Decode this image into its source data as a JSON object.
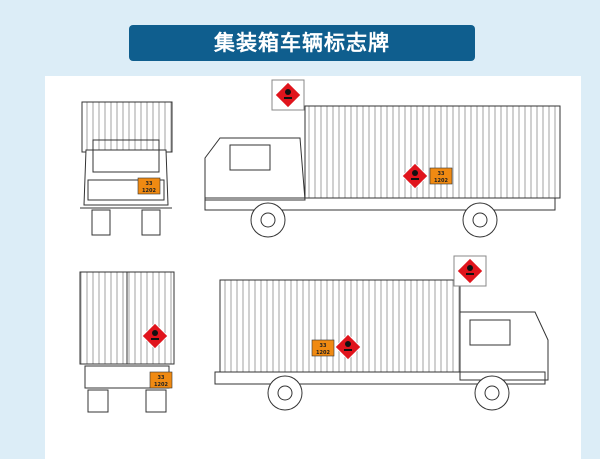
{
  "title": "集装箱车辆标志牌",
  "placard": {
    "hazard_number": "33",
    "un_number": "1202"
  },
  "colors": {
    "title_bg": "#0f5e8e",
    "diamond": "#e0141c",
    "plate": "#f08a12",
    "background": "#dcedf7"
  }
}
